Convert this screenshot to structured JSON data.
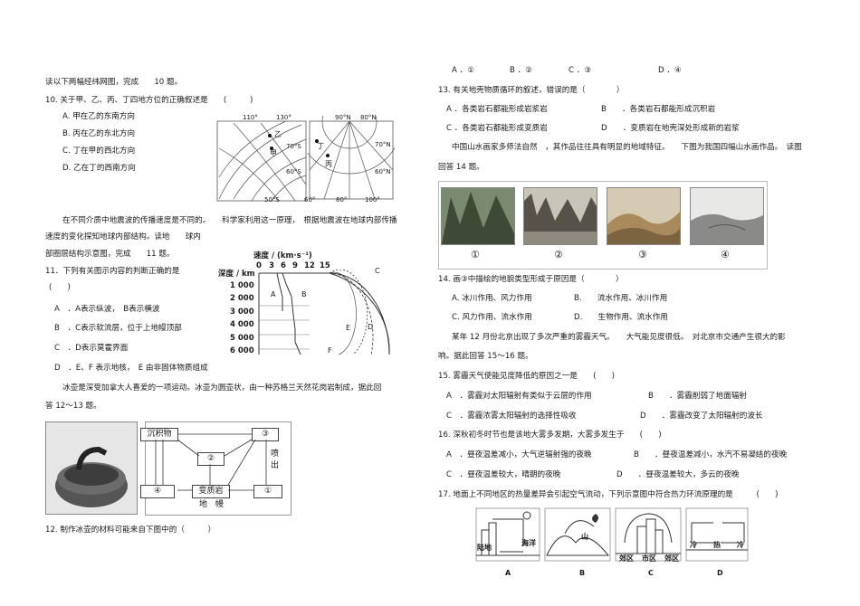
{
  "left": {
    "intro1": "读以下两幅经纬网图，完成　　10 题。",
    "q10": {
      "stem": "10.  关于甲、乙、丙、丁四地方位的正确叙述是　　(　　　)",
      "options": [
        "A.  甲在乙的东南方向",
        "B.  丙在乙的东北方向",
        "C.  丁在甲的西北方向",
        "D.  乙在丁的西南方向"
      ]
    },
    "map1": {
      "lon_top": [
        "110°",
        "130°"
      ],
      "lat_right": [
        "70°S",
        "60°S"
      ],
      "lon_bottom": "50°S",
      "places": [
        "乙",
        "甲"
      ]
    },
    "map2": {
      "lon_top": [
        "90°N",
        "80°N"
      ],
      "lat_right": [
        "70°N",
        "60°N"
      ],
      "lon_bottom": [
        "60°",
        "80°",
        "100°"
      ],
      "places": [
        "丁",
        "丙"
      ]
    },
    "intro2_l1": "在不同介质中地震波的传播速度是不同的。　　科学家利用这一原理，　根据地震波在地球内部传播",
    "intro2_l2": "速度的变化探知地球内部结构。读地　　球内",
    "intro2_l3": "部圈层结构示意图，完成　　11 题。",
    "q11": {
      "stem": "11．下列有关图示内容的判断正确的是",
      "blank": "(　　)",
      "options": [
        "A　．A表示纵波，　B表示横波",
        "B　．C表示软流层，位于上地幔顶部",
        "C　．D表示莫霍界面",
        "D　．E、F 表示地核，　E 由非固体物质组成"
      ]
    },
    "seismic": {
      "speed_label": "速度 / (km·s⁻¹)",
      "speed_ticks": [
        "0",
        "3",
        "6",
        "9",
        "12",
        "15"
      ],
      "depth_label": "深度 / km",
      "depth_ticks": [
        "1 000",
        "2 000",
        "3 000",
        "4 000",
        "5 000",
        "6 000"
      ],
      "curves": [
        "A",
        "B",
        "C",
        "D",
        "E",
        "F"
      ]
    },
    "intro3_l1": "冰壶是深受加拿大人喜爱的一项运动。冰壶为圆壶状，由一种苏格兰天然花岗岩制成，据此回",
    "intro3_l2": "答 12～13 题。",
    "rock_cycle": {
      "boxes": [
        "沉积物",
        "③",
        "②",
        "④",
        "变质岩",
        "①"
      ],
      "side": "喷出",
      "bottom": "地　幔"
    },
    "q12": "12.  制作冰壶的材料可能来自下图中的（　　　）"
  },
  "right": {
    "q12_opts": [
      "A ．①",
      "B ．②",
      "C ．③",
      "D ．④"
    ],
    "q13": {
      "stem": "13.  有关地壳物质循环的叙述，错误的是（　　　　）",
      "options": [
        "A ．各类岩石都能形成岩浆岩",
        "B　　．各类岩石都能形成沉积岩",
        "C ．各类岩石都能形成变质岩",
        "D　　．变质岩在地壳深处形成新的岩浆"
      ]
    },
    "intro4_l1": "中国山水画家多师法自然　，其作品往往具有明显的地域特征。　　下图为我国四幅山水画作品。　读图",
    "intro4_l2": "回答 14 题。",
    "paintings": [
      "①",
      "②",
      "③",
      "④"
    ],
    "q14": {
      "stem": "14.  画③中描绘的地貌类型形成于原因是（　　　　）",
      "options": [
        "A.  冰川作用、风力作用",
        "B.　　流水作用、冰川作用",
        "C.  风力作用、流水作用",
        "D.　　生物作用、流水作用"
      ]
    },
    "intro5_l1": "某年 12 月份北京出现了多次严重的雾霾天气。　　大气能见度很低。　对北京市交通产生很大的影",
    "intro5_l2": "响。据此回答 15～16 题。",
    "q15": {
      "stem": "15.  雾霾天气使能见度降低的原因之一是　　(　　)",
      "options": [
        "A　．雾霾对太阳辐射有类似于云层的作用",
        "B　　．雾霾削弱了地面辐射",
        "C　．雾霾浓雾太阳辐射的选择性吸收",
        "D　　．雾霾改变了太阳辐射的波长"
      ]
    },
    "q16": {
      "stem": "16.  深秋初冬时节也是该地大雾多发期，大雾多发生于　　(　　)",
      "options": [
        "A　．昼夜温差减小，大气逆辐射强的夜晚",
        "B　　．昼夜温差减小，水汽不易凝结的夜晚",
        "C　．昼夜温差较大，晴朗的夜晚",
        "D　　．昼夜温差较大，多云的夜晚"
      ]
    },
    "q17": "17.  地面上不同地区的热量差异会引起空气流动，下列示意图中符合热力环流原理的是　　　(　　)",
    "circ": {
      "labels_a": [
        "陆地",
        "海洋"
      ],
      "labels_c": [
        "郊区",
        "市区",
        "郊区"
      ],
      "labels_d": [
        "冷",
        "热",
        "冷"
      ],
      "captions": [
        "A",
        "B",
        "C",
        "D"
      ],
      "mountain": "山"
    }
  }
}
